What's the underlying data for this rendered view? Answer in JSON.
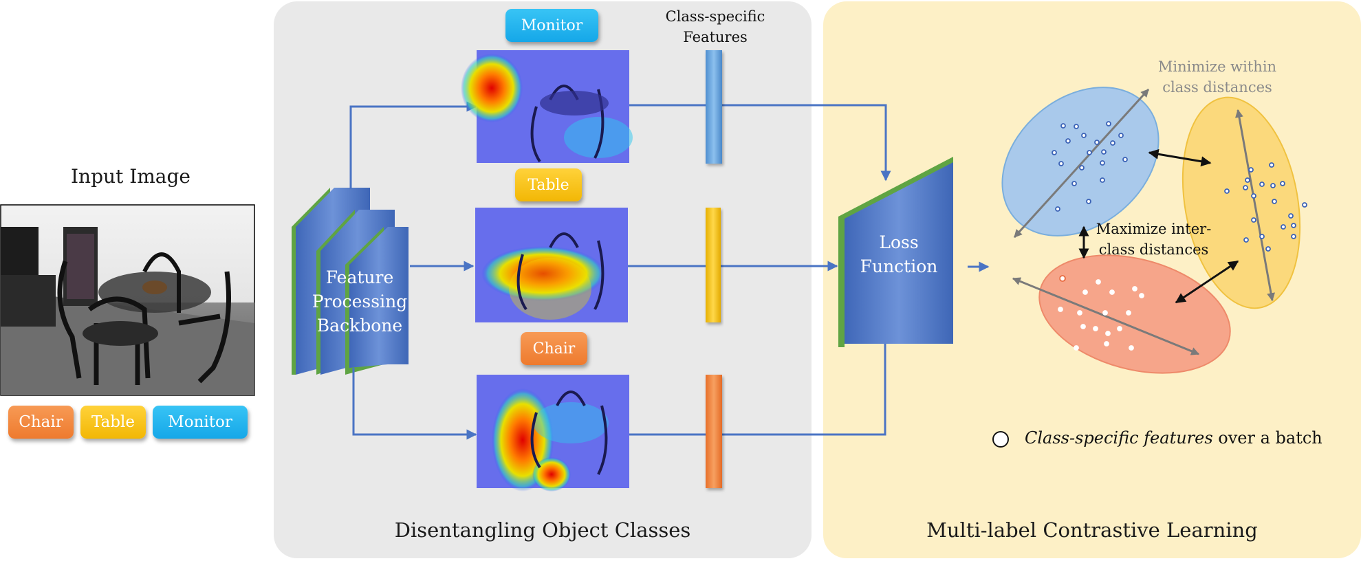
{
  "input": {
    "title": "Input Image",
    "tags": [
      "Chair",
      "Table",
      "Monitor"
    ]
  },
  "left_panel": {
    "caption": "Disentangling Object Classes",
    "backbone": [
      "Feature",
      "Processing",
      "Backbone"
    ],
    "branches": [
      "Monitor",
      "Table",
      "Chair"
    ],
    "features_header": [
      "Class-specific",
      "Features"
    ]
  },
  "loss": [
    "Loss",
    "Function"
  ],
  "right_panel": {
    "caption": "Multi-label Contrastive Learning",
    "minimize": [
      "Minimize within",
      "class distances"
    ],
    "maximize": [
      "Maximize inter-",
      "class distances"
    ],
    "legend_italic": "Class-specific features",
    "legend_rest": " over a batch"
  },
  "colors": {
    "orange": "#ee7a2e",
    "yellow": "#f2b705",
    "blue": "#15a7e8",
    "arrow": "#4a74c4",
    "backbone_face": "#4e78c8",
    "backbone_side": "#5fa443"
  }
}
